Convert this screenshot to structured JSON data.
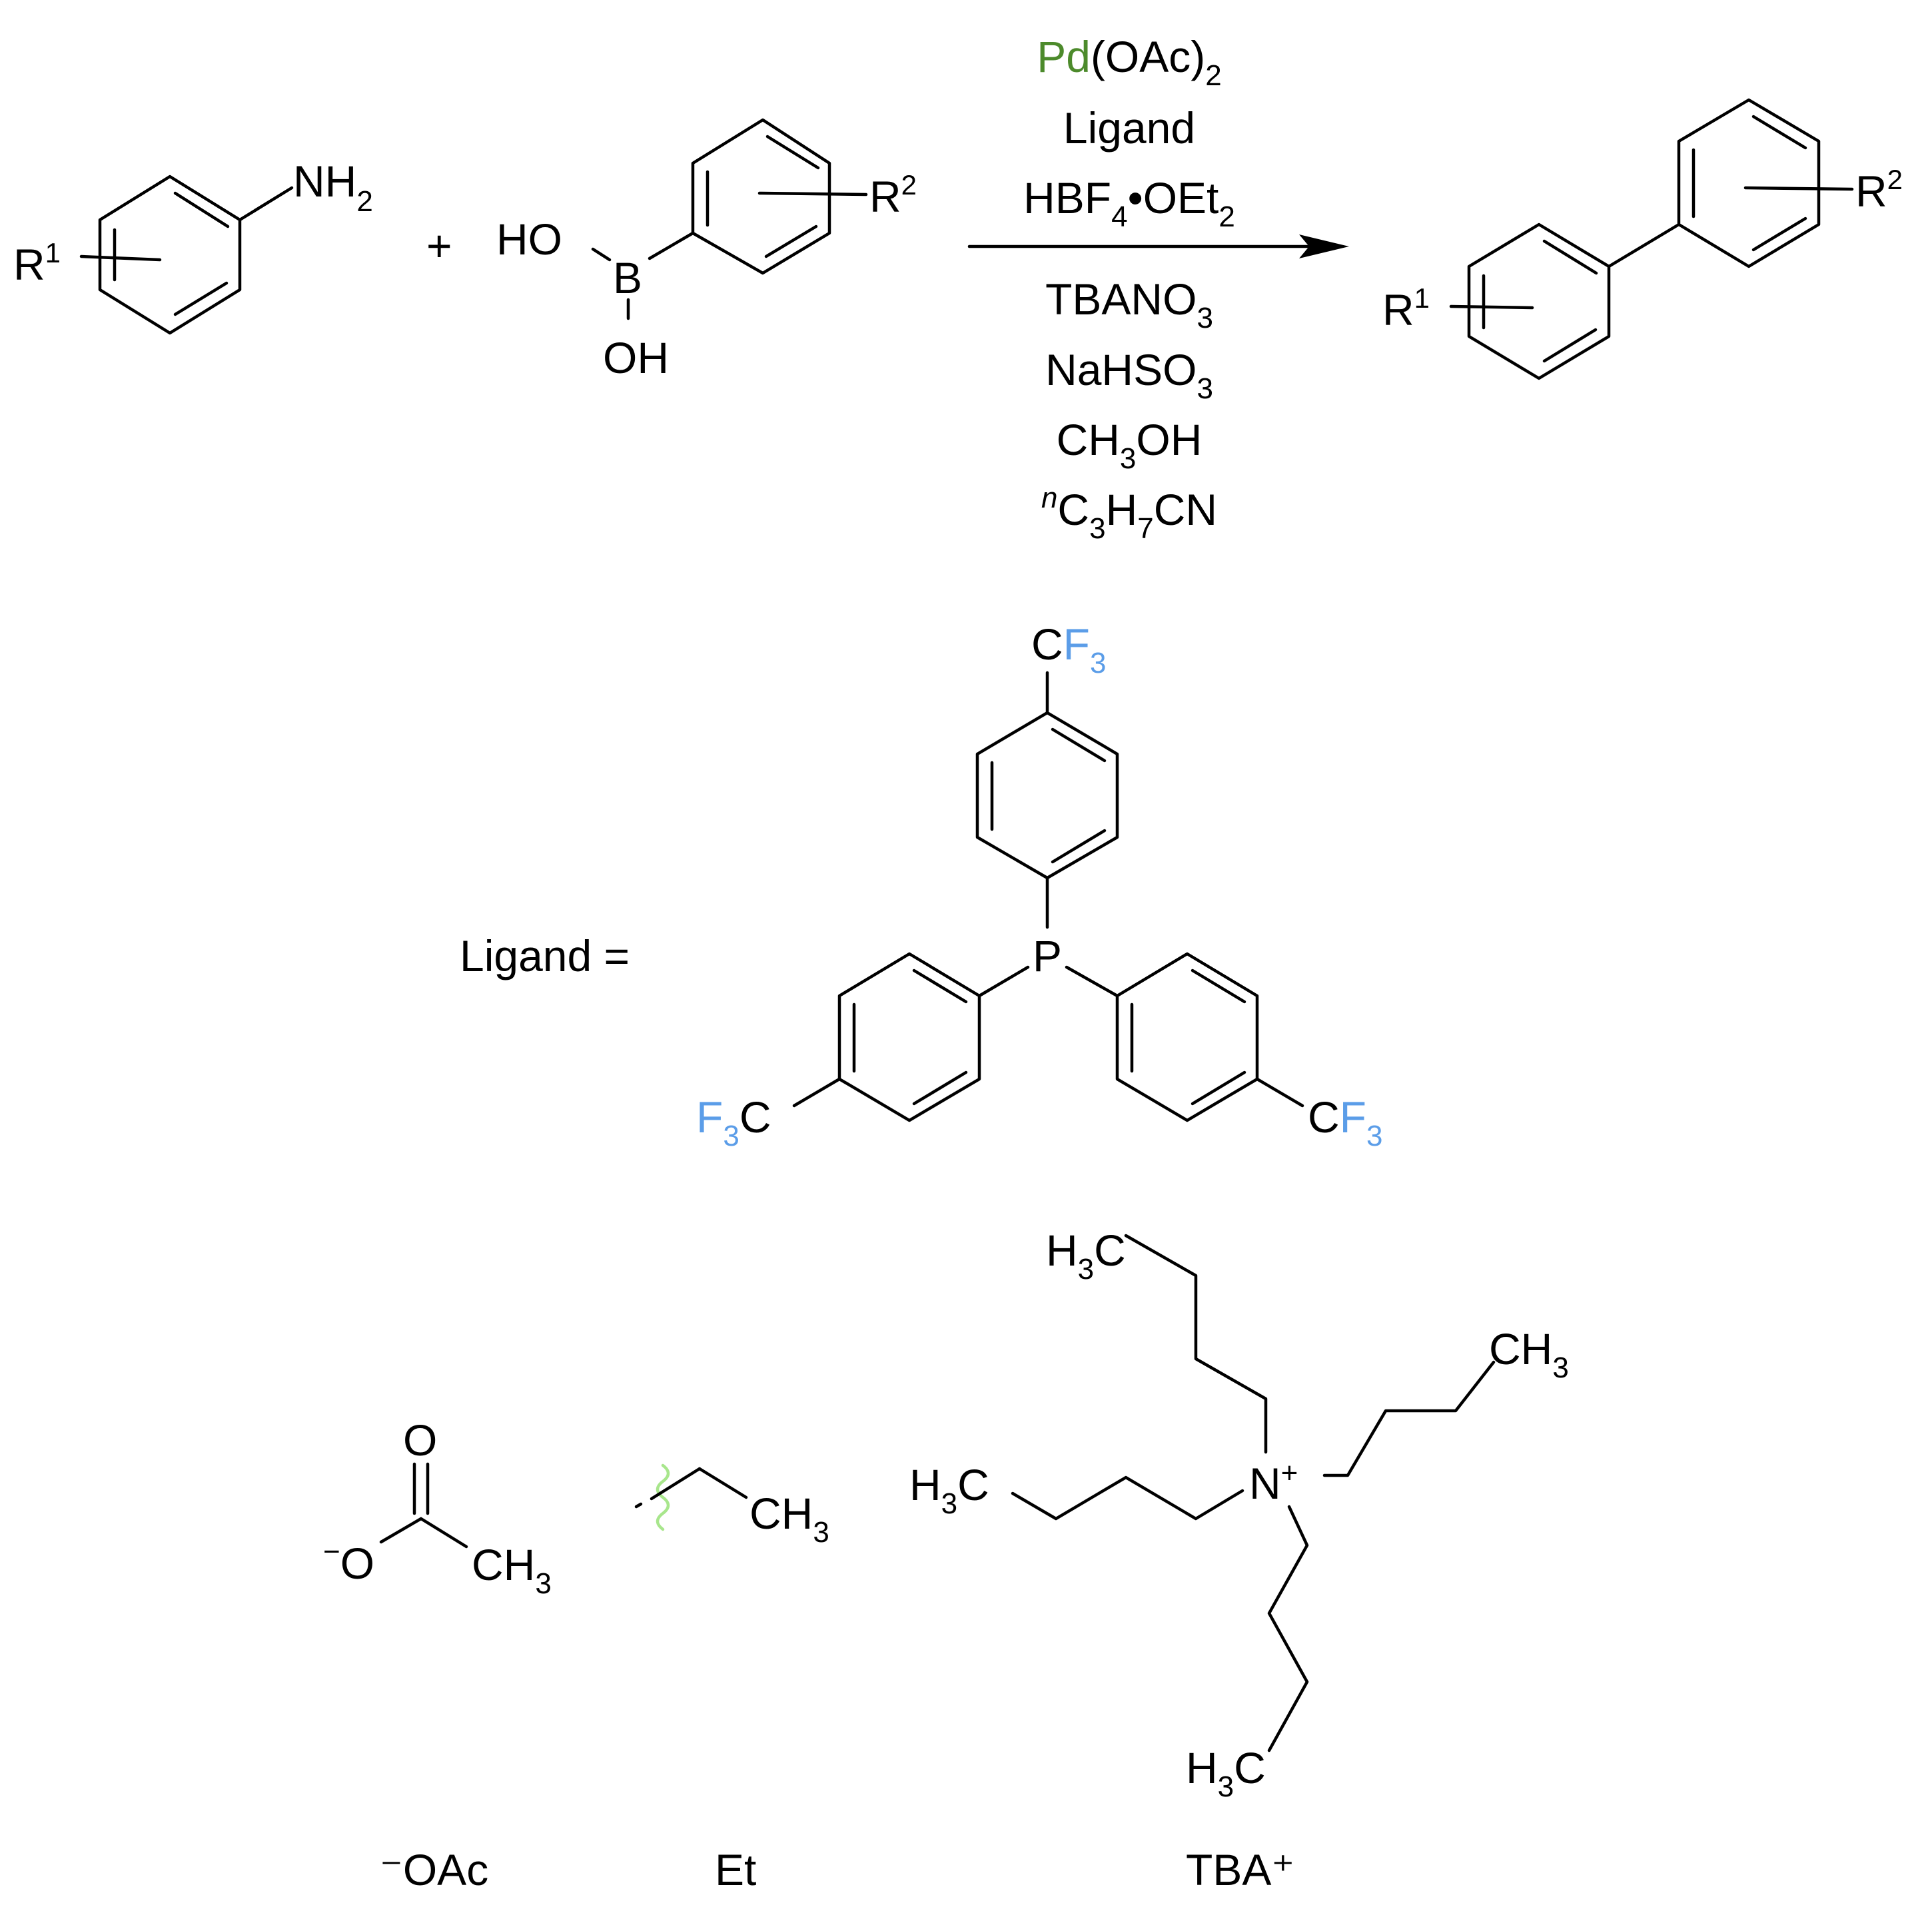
{
  "colors": {
    "black": "#000000",
    "nitrogen": "#2323e6",
    "oxygen": "#e0231c",
    "boron": "#d74ee8",
    "palladium": "#4c8a2b",
    "phosphorus": "#f2be2d",
    "fluorine": "#5b9de8",
    "wavy_bond": "#a8e68c"
  },
  "reactants": {
    "aniline": {
      "substituent": "R",
      "sup": "1",
      "amine_base": "NH",
      "amine_sub": "2"
    },
    "plus": "+",
    "boronic_acid": {
      "ho": "HO",
      "boron": "B",
      "oh": "OH",
      "substituent": "R",
      "sup": "2"
    }
  },
  "conditions": {
    "above": [
      {
        "parts": [
          "Pd",
          "(OAc)",
          "2"
        ]
      },
      {
        "text": "Ligand"
      },
      {
        "parts": [
          "HBF",
          "4",
          "•OEt",
          "2"
        ]
      }
    ],
    "below": [
      {
        "parts": [
          "TBANO",
          "3"
        ]
      },
      {
        "parts": [
          "NaHSO",
          "3"
        ]
      },
      {
        "parts": [
          "CH",
          "3",
          "OH"
        ]
      },
      {
        "parts": [
          "n",
          "C",
          "3",
          "H",
          "7",
          "CN"
        ]
      }
    ]
  },
  "product": {
    "r1": "R",
    "r1_sup": "1",
    "r2": "R",
    "r2_sup": "2"
  },
  "ligand": {
    "label": "Ligand =",
    "phosphorus": "P",
    "cf3_c": "C",
    "cf3_f": "F",
    "cf3_sub": "3"
  },
  "acetate": {
    "charge": "−",
    "o_single": "O",
    "o_double": "O",
    "ch": "CH",
    "ch_sub": "3",
    "caption": "⁻OAc"
  },
  "ethyl": {
    "ch": "CH",
    "ch_sub": "3",
    "caption": "Et"
  },
  "tba": {
    "n": "N",
    "charge": "+",
    "h": "H",
    "h_sub": "3",
    "c": "C",
    "ch": "CH",
    "caption": "TBA⁺"
  }
}
